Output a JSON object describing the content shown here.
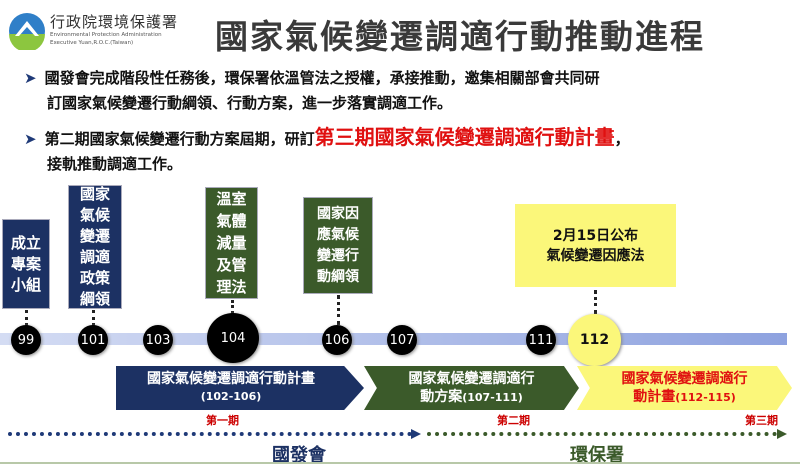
{
  "header": {
    "logo_cn": "行政院環境保護署",
    "logo_en_1": "Environmental Protection Administration",
    "logo_en_2": "Executive Yuan,R.O.C.(Taiwan)",
    "title": "國家氣候變遷調適行動推動進程"
  },
  "bullets": [
    {
      "line1": "國發會完成階段性任務後，環保署依溫管法之授權，承接推動，邀集相關部會共同研",
      "line2": "訂國家氣候變遷行動綱領、行動方案，進一步落實調適工作。"
    },
    {
      "line1_pre": "第二期國家氣候變遷行動方案屆期，研訂",
      "line1_red": "第三期國家氣候變遷調適行動計畫",
      "line1_post": "，",
      "line2": "接軌推動調適工作。"
    }
  ],
  "events": [
    "成立專案小組",
    "國家氣候變遷調適政策綱領",
    "溫室氣體減量及管理法",
    "國家因應氣候變遷行動綱領",
    "2月15日公布",
    "氣候變遷因應法"
  ],
  "years": [
    "99",
    "101",
    "103",
    "104",
    "106",
    "107",
    "111",
    "112"
  ],
  "plans": [
    {
      "title": "國家氣候變遷調適行動計畫",
      "range": "(102-106)",
      "period": "第一期"
    },
    {
      "title1": "國家氣候變遷調適行",
      "title2": "動方案",
      "range": "(107-111)",
      "period": "第二期"
    },
    {
      "title1": "國家氣候變遷調適行",
      "title2": "動計畫",
      "range": "(112-115)",
      "period": "第三期"
    }
  ],
  "orgs": [
    "國發會",
    "環保署"
  ],
  "colors": {
    "navy": "#1c3163",
    "green": "#3b5a2a",
    "yellow": "#fbf77a",
    "red": "#e01010"
  }
}
